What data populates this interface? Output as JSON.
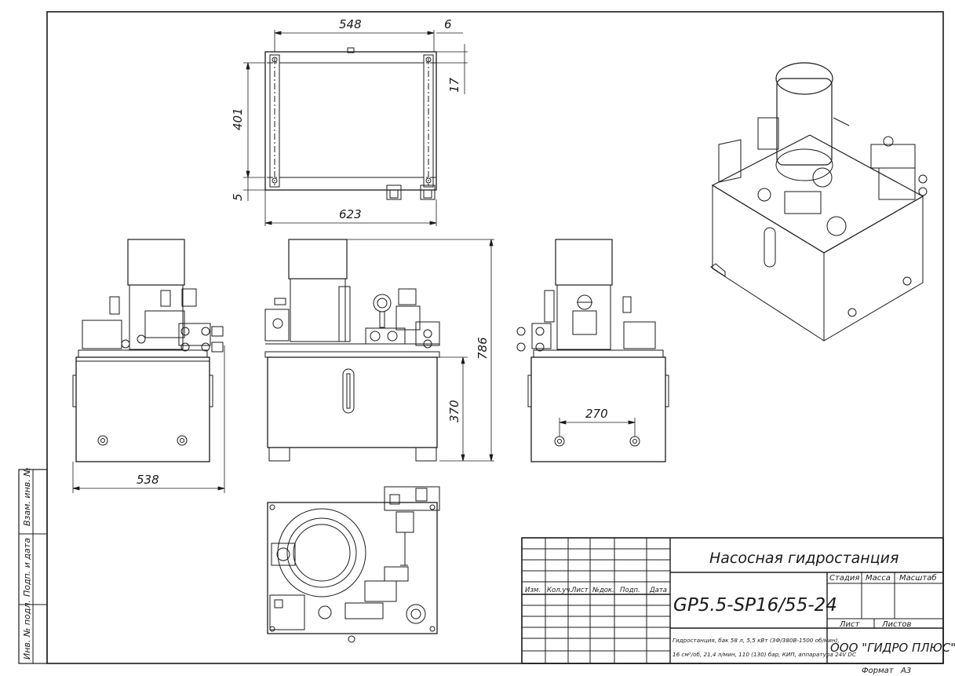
{
  "drawing": {
    "title": "Насосная гидростанция",
    "designation": "GP5.5-SP16/55-24",
    "description_line1": "Гидростанция, бак 58 л, 5,5 кВт (3Ф/380В-1500 об/мин),",
    "description_line2": "16 см³/об, 21,4 л/мин, 110 (130) бар, КИП, аппаратура 24V DC",
    "company": "ООО \"ГИДРО ПЛЮС\"",
    "format_label": "Формат",
    "format_value": "А3"
  },
  "title_block": {
    "stage_label": "Стадия",
    "mass_label": "Масса",
    "scale_label": "Масштаб",
    "sheet_label": "Лист",
    "sheets_label": "Листов",
    "revision_headers": [
      "Изм.",
      "Кол.уч.",
      "Лист",
      "№док.",
      "Подп.",
      "Дата"
    ]
  },
  "side_stamps": [
    "Взам. инв. №",
    "Подп. и дата",
    "Инв. № подл."
  ],
  "dimensions": {
    "top_width": "548",
    "top_offset": "6",
    "top_depth": "401",
    "top_side": "17",
    "top_bottom_offset": "5",
    "top_overall": "623",
    "total_height": "786",
    "tank_height": "370",
    "side_width": "538",
    "hole_spacing": "270"
  }
}
